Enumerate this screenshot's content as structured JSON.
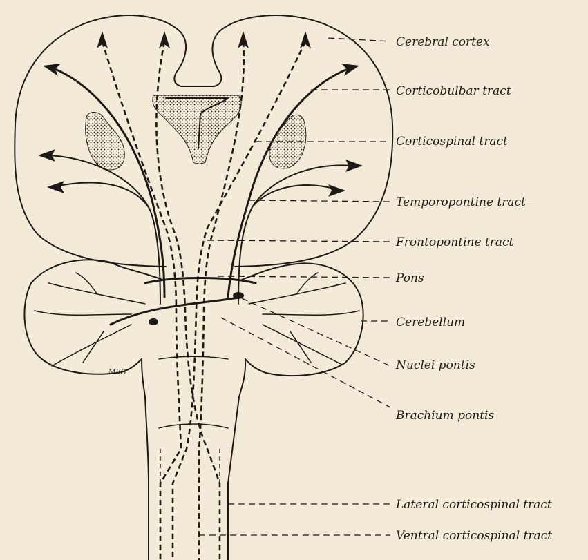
{
  "labels": {
    "cerebral_cortex": "Cerebral cortex",
    "corticobulbar_tract": "Corticobulbar tract",
    "corticospinal_tract": "Corticospinal tract",
    "temporopontine_tract": "Temporopontine tract",
    "frontopontine_tract": "Frontopontine tract",
    "pons": "Pons",
    "cerebellum": "Cerebellum",
    "nuclei_pontis": "Nuclei pontis",
    "brachium_pontis": "Brachium pontis",
    "lateral_corticospinal_tract": "Lateral corticospinal tract",
    "ventral_corticospinal_tract": "Ventral corticospinal tract"
  },
  "signature": "MEG",
  "colors": {
    "paper": "#f4ead8",
    "ink": "#1c1a17"
  }
}
